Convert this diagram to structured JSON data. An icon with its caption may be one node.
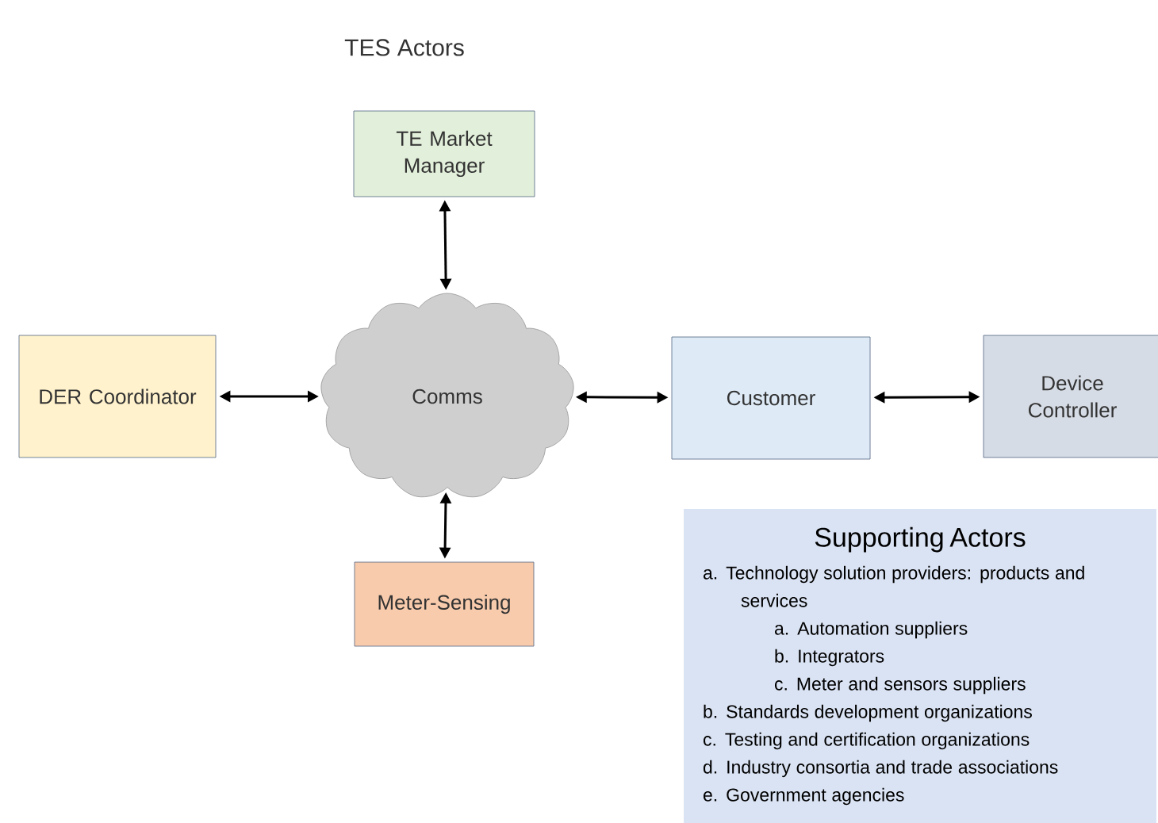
{
  "diagram": {
    "title": "TES Actors",
    "nodes": [
      {
        "text": [
          "TE Market Manager"
        ]
      },
      {
        "text": [
          "DER Coordinator"
        ]
      },
      {
        "text": [
          "Comms"
        ]
      },
      {
        "text": [
          "Customer"
        ]
      },
      {
        "text": [
          "Device Controller"
        ]
      },
      {
        "text": [
          "Meter-Sensing"
        ]
      },
      {
        "text": [
          "Supporting Actors",
          "a. Technology solution providers: products and services",
          "a. Automation suppliers",
          "b. Integrators",
          "c. Meter and sensors suppliers",
          "b. Standards development organizations",
          "c. Testing and certification organizations",
          "d. Industry consortia and trade associations",
          "e. Government agencies"
        ]
      }
    ],
    "edges": [
      {
        "from": 0,
        "to": 2,
        "arrow": "both"
      },
      {
        "from": 1,
        "to": 2,
        "arrow": "both"
      },
      {
        "from": 2,
        "to": 3,
        "arrow": "both"
      },
      {
        "from": 3,
        "to": 4,
        "arrow": "both"
      },
      {
        "from": 2,
        "to": 5,
        "arrow": "both"
      }
    ]
  }
}
